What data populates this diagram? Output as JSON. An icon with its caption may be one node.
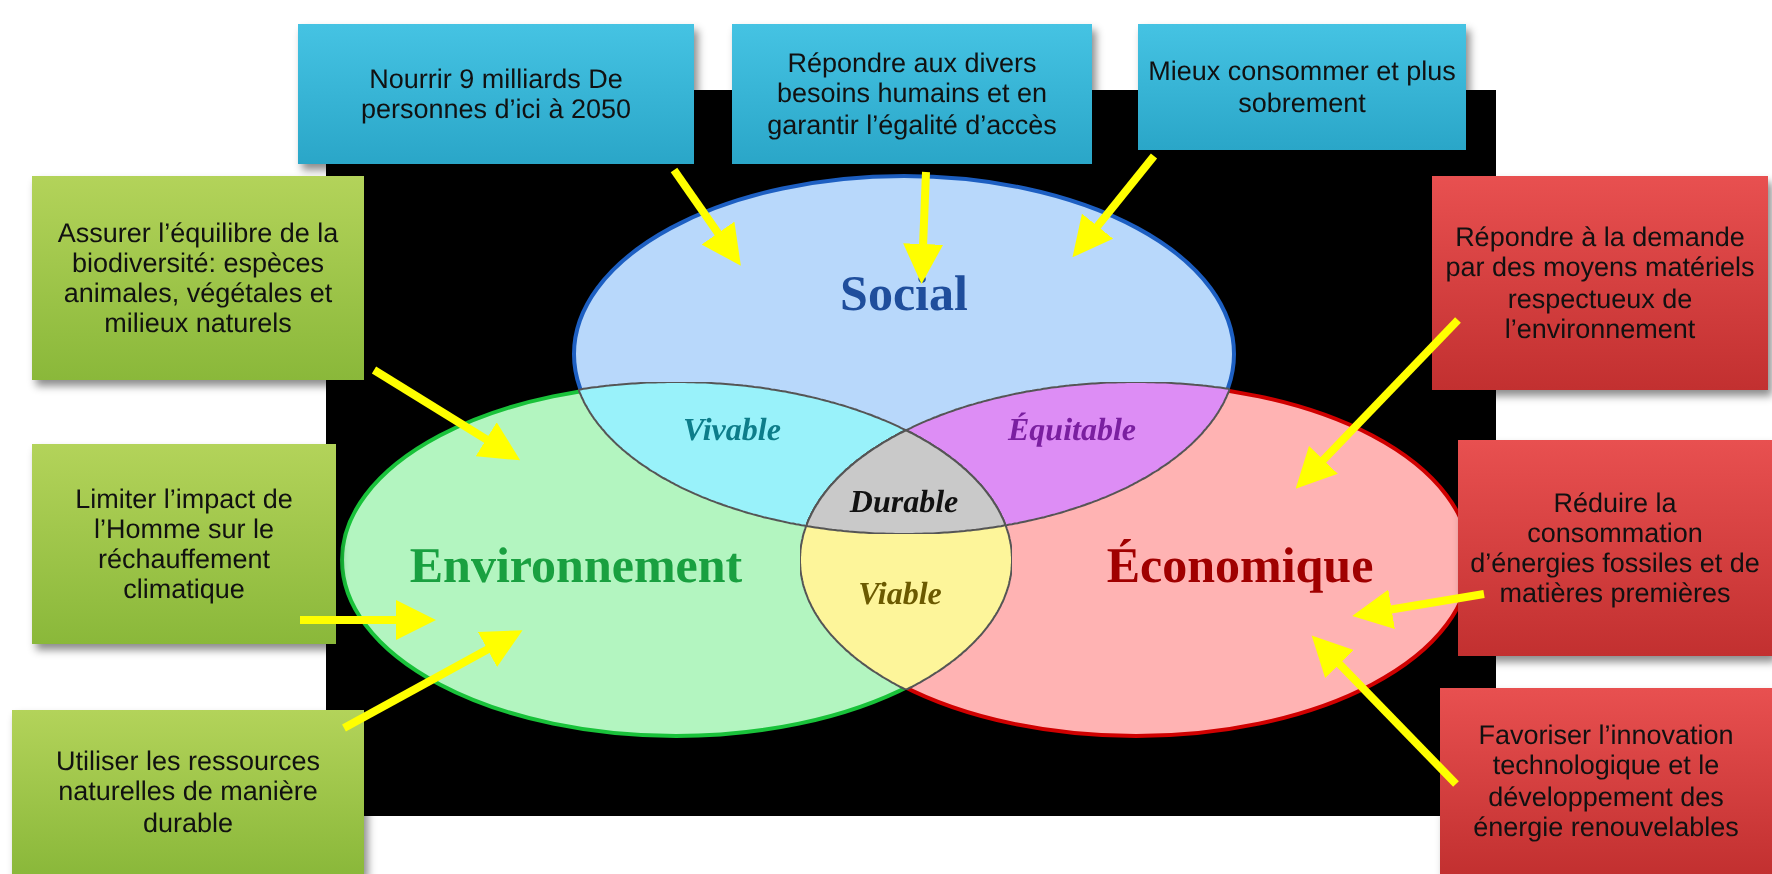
{
  "diagram": {
    "nodes": [
      {
        "text": [
          "Nourrir 9 milliards De personnes d’ici à 2050"
        ]
      },
      {
        "text": [
          "Répondre aux divers besoins humains et en garantir l’égalité d’accès"
        ]
      },
      {
        "text": [
          "Mieux consommer et plus sobrement"
        ]
      },
      {
        "text": [
          "Social"
        ]
      },
      {
        "text": [
          "Assurer l’équilibre de la biodiversité: espèces animales, végétales et milieux naturels"
        ]
      },
      {
        "text": [
          "Répondre à la demande par des moyens matériels respectueux de l’environnement"
        ]
      },
      {
        "text": [
          "Vivable"
        ]
      },
      {
        "text": [
          "Équitable"
        ]
      },
      {
        "text": [
          "Durable"
        ]
      },
      {
        "text": [
          "Limiter l’impact de l’Homme sur le réchauffement climatique"
        ]
      },
      {
        "text": [
          "Réduire la consommation d’énergies fossiles et de matières premières"
        ]
      },
      {
        "text": [
          "Environnement"
        ]
      },
      {
        "text": [
          "Viable"
        ]
      },
      {
        "text": [
          "Économique"
        ]
      },
      {
        "text": [
          "Utiliser les ressources naturelles de manière durable"
        ]
      },
      {
        "text": [
          "Favoriser l’innovation technologique et le développement des énergie renouvelables"
        ]
      }
    ],
    "edges": [
      {
        "from": 0,
        "to": 3,
        "arrow": "to"
      },
      {
        "from": 1,
        "to": 3,
        "arrow": "to"
      },
      {
        "from": 2,
        "to": 3,
        "arrow": "to"
      },
      {
        "from": 4,
        "to": 11,
        "arrow": "to"
      },
      {
        "from": 5,
        "to": 13,
        "arrow": "to"
      },
      {
        "from": 9,
        "to": 11,
        "arrow": "to"
      },
      {
        "from": 10,
        "to": 13,
        "arrow": "to"
      },
      {
        "from": 14,
        "to": 11,
        "arrow": "to"
      },
      {
        "from": 15,
        "to": 13,
        "arrow": "to"
      }
    ]
  }
}
